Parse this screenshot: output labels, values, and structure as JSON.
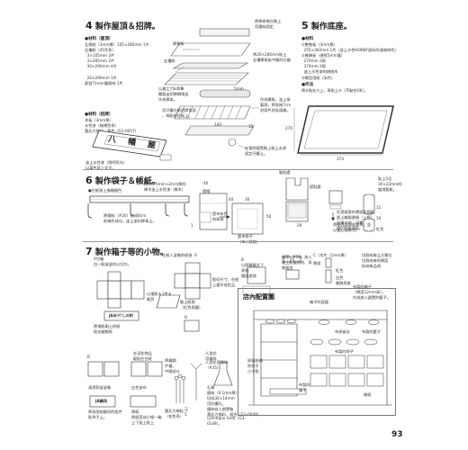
{
  "page_number": "93",
  "s4": {
    "num": "4",
    "title": "製作屋頂＆招牌。",
    "materials_head": "●材料（屋頂）",
    "materials": "瓦楞紙（3mm厚）105×285mm 1片\n五槽紙（45色系）\n  3×105mm 2片\n  3×285mm 2片\n  30×290mm 4片\n\n  20×290mm 1片\n蒸發71mm寬隔材 1片",
    "sign_head": "●材料（招牌）",
    "sign": "木板（3mm厚）\n水性漆（暗褐色系）\n蓋乳力描料．黃色（G1-0057）",
    "sign_text": "八 幡 屋",
    "labels": {
      "a": "將厚卷捲在軟上\n用鐵絲固定",
      "b": "厚墊板",
      "c": "五槽紙",
      "d": "將20×285mm貼上\n五槽厚紙板中間的分離",
      "e": "以美工刀&骨筆\n雕製出招牌網線並\n作為標本。",
      "f": "5mm",
      "g": "作成模紙，塗上接\n著劑，將其捲7cm\n對齊片對長兩端。",
      "h": "用牙籤在紙招牌背面\n，再點貼在板上。",
      "i": "15",
      "j": "140",
      "k": "塗上水性漆（透明亮光）\n以黃色寫上文字。",
      "l": "在管問號黑點上點上去漆\n固定牙籤上。"
    }
  },
  "s5": {
    "num": "5",
    "title": "製作底座。",
    "materials_head": "●材料",
    "materials": "①整墊板（3mm厚）\n  255×362mm 1片（塗上水性HOBBY面料的淺咖啡色）\n②裝飾板（邊框5mm寬）\n  270mm 2根\n  374mm 2根\n  塗上水性漆的胡桃木\n③模型用紙（米色）",
    "method_head": "●作法",
    "method": "將⑤貼在①上，再貼上③（不黏也OK）。",
    "dims": [
      "270",
      "374"
    ]
  },
  "s6": {
    "num": "6",
    "title": "製作袋子＆帳紙。",
    "bag_label": "●在紙張上描繪顏色",
    "labels": {
      "a": "將5×70mm→2mm厚的\n棒木塗上水性漆（橡木）",
      "b": "將鋼絲（#20）切成8cm\n前端作成勾，塗上塗料隊車上。",
      "c": "摺線",
      "d": "1",
      "e": "40",
      "f": "黏貼處",
      "g": "40",
      "h": "30",
      "i": "50",
      "j": "29",
      "k": "提布有色\n的紙張",
      "l": "超市袋子\n（本心裝箱）",
      "m": "提貼處",
      "n": "貼上5月\n30×23mm的\n當地製紙。",
      "o": "將紙內部塗成蒙灰，並\n以迷幻板貼合。",
      "p": "在過兩頁的裡面彩個紙\n設上繪製邊緣（上條）\n彩繪式的，可畫\n原P76面面圖。",
      "q": "11",
      "r": "10",
      "s": "紅色"
    }
  },
  "s7": {
    "num": "7",
    "title": "製作箱子等的小物。",
    "labels": {
      "a": "A空箱\n白一點塗塗的以切口。",
      "b": "在紙人塗裝的紙張",
      "c": "黏上紙張\n（紅色框圖）",
      "d": "影印尺寸，在紙\n上著作成型品",
      "e": "B\n以版輪圖文下\n寄物\n鏡面處理",
      "f": "A",
      "g": "鋼帶（P.59）放入\n黏上紙板地材、再\n做組合",
      "h": "B",
      "i": "C（木片（1mm厚）",
      "j": "厚皮",
      "k": "紅色",
      "l": "白色\n裝飾用紙",
      "m": "切割成每立方單位\n切割成每的厚度\n拆成每品項",
      "n": "以描紙＆1件＆\n裁剪",
      "o": "JA米ゲ/しの町",
      "p": "將描紙刷上的紙\n貼在圖格框",
      "q": "B",
      "r": "清潔劑塗塗裝",
      "s": "在這些物品\n黏貼在台框",
      "t": "白色塗布",
      "u": "JA鋼貝",
      "v": "將寫張給鋼貝的組件\n貼到子上。",
      "w": "人造花\n用鐵絲",
      "x": "將鐵鋼\n片鐵，\n中間部分",
      "y": "人造花用鐵絲\n（#35）",
      "z": "正\n5",
      "aa": "蓋乳力細粒\n（各色系）",
      "bb": "石膏\n鋼絲（0.1mm厚）\n切成30×14mm\n用針鑽孔，\n鐵絲穿入塑膠裝\n蓋乳力描料、組合（G1-0049）",
      "cc": "以Antique Gold（G3-\n0148）。",
      "dd": "厚紙\n將紙剪成小格一箱\n上下塗上貼上"
    },
    "shop": {
      "title": "店內配置圖",
      "labels": {
        "a": "箱子的容器",
        "b": "布製的箱子",
        "c": "（厚度12mm高），\n作成放入器置的籃子。",
        "d": "布袋雀化",
        "e": "布製的籃子",
        "f": "放著紙箱\n的袋子\n小子筋",
        "g": "布製的袋子",
        "h": "布製的\n箱子",
        "i": "細紙"
      }
    }
  }
}
